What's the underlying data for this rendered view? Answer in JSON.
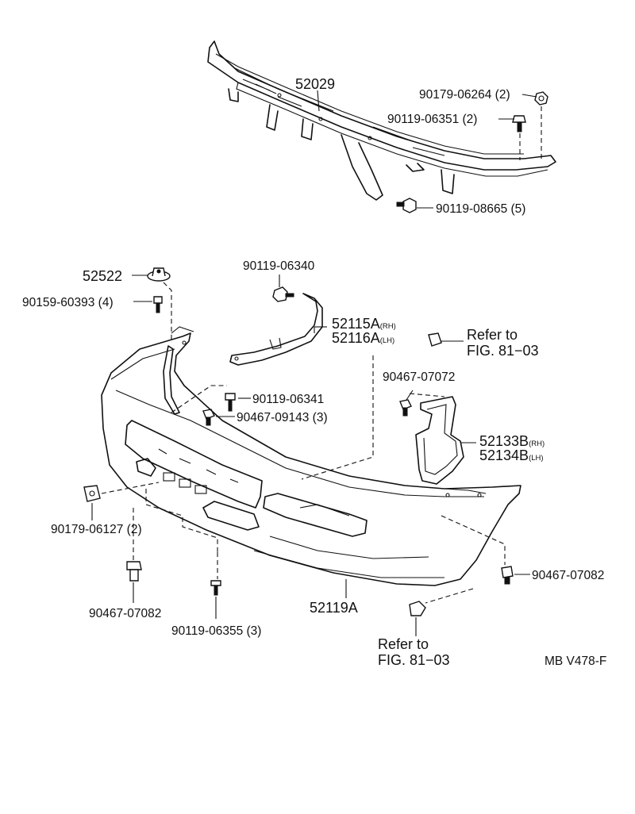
{
  "labels": {
    "p52029": "52029",
    "p90179_06264": "90179-06264 (2)",
    "p90119_06351": "90119-06351 (2)",
    "p90119_08665": "90119-08665 (5)",
    "p52522": "52522",
    "p90159_60393": "90159-60393 (4)",
    "p90119_06340": "90119-06340",
    "p52115A": "52115A",
    "p52115A_sub": "(RH)",
    "p52116A": "52116A",
    "p52116A_sub": "(LH)",
    "refer1_line1": "Refer to",
    "refer1_line2": "FIG. 81−03",
    "p90467_07072": "90467-07072",
    "p90119_06341": "90119-06341",
    "p90467_09143": "90467-09143 (3)",
    "p52133B": "52133B",
    "p52133B_sub": "(RH)",
    "p52134B": "52134B",
    "p52134B_sub": "(LH)",
    "p90179_06127": "90179-06127 (2)",
    "p90467_07082_left": "90467-07082",
    "p90467_07082_right": "90467-07082",
    "p90119_06355": "90119-06355 (3)",
    "p52119A": "52119A",
    "refer2_line1": "Refer to",
    "refer2_line2": "FIG. 81−03",
    "figure_code": "MB V478-F"
  }
}
